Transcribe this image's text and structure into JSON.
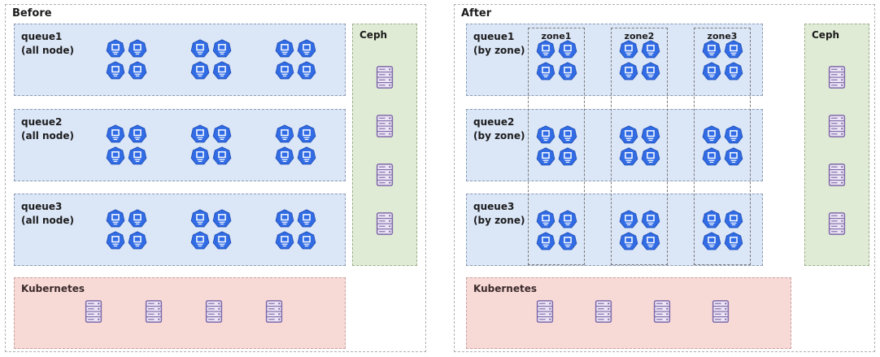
{
  "before": {
    "title": "Before",
    "queues": [
      {
        "name": "queue1",
        "scope": "(all node)"
      },
      {
        "name": "queue2",
        "scope": "(all node)"
      },
      {
        "name": "queue3",
        "scope": "(all node)"
      }
    ],
    "ceph": {
      "label": "Ceph"
    },
    "kubernetes": {
      "label": "Kubernetes"
    }
  },
  "after": {
    "title": "After",
    "queues": [
      {
        "name": "queue1",
        "scope": "(by zone)"
      },
      {
        "name": "queue2",
        "scope": "(by zone)"
      },
      {
        "name": "queue3",
        "scope": "(by zone)"
      }
    ],
    "zones": [
      {
        "label": "zone1"
      },
      {
        "label": "zone2"
      },
      {
        "label": "zone3"
      }
    ],
    "ceph": {
      "label": "Ceph"
    },
    "kubernetes": {
      "label": "Kubernetes"
    }
  },
  "counts": {
    "nodes_per_cluster": 4,
    "clusters_per_queue_row": 3,
    "ceph_servers": 4,
    "kubernetes_servers": 4
  },
  "colors": {
    "queue_bg": "#dbe6f7",
    "ceph_bg": "#e0ebd5",
    "kubernetes_bg": "#f7d9d6",
    "node_blue": "#326ce5",
    "server_purple": "#7e6aa8"
  }
}
